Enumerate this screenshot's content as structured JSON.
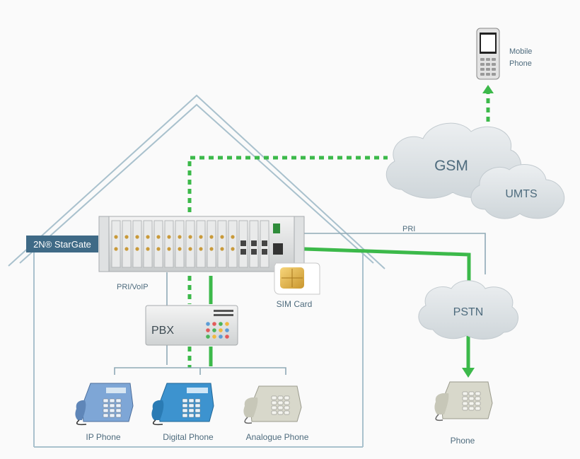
{
  "labels": {
    "brand": "2N® StarGate",
    "pri_voip": "PRI/VoIP",
    "pbx": "PBX",
    "sim_card": "SIM Card",
    "pri": "PRI",
    "gsm": "GSM",
    "umts": "UMTS",
    "pstn": "PSTN",
    "mobile_phone_line1": "Mobile",
    "mobile_phone_line2": "Phone",
    "ip_phone": "IP Phone",
    "digital_phone": "Digital Phone",
    "analogue_phone": "Analogue Phone",
    "phone": "Phone"
  },
  "colors": {
    "house_outline": "#9fb9c6",
    "green_link": "#3cb94a",
    "wire": "#8fa9b6",
    "brand_bg": "#3f6a86",
    "cloud_fill": "#dfe3e5",
    "cloud_text": "#4e6b7d",
    "text": "#4e6b7d",
    "ip_phone": "#7ea6d6",
    "digital_phone": "#3d93cf",
    "analogue_phone": "#d8d8cb"
  }
}
